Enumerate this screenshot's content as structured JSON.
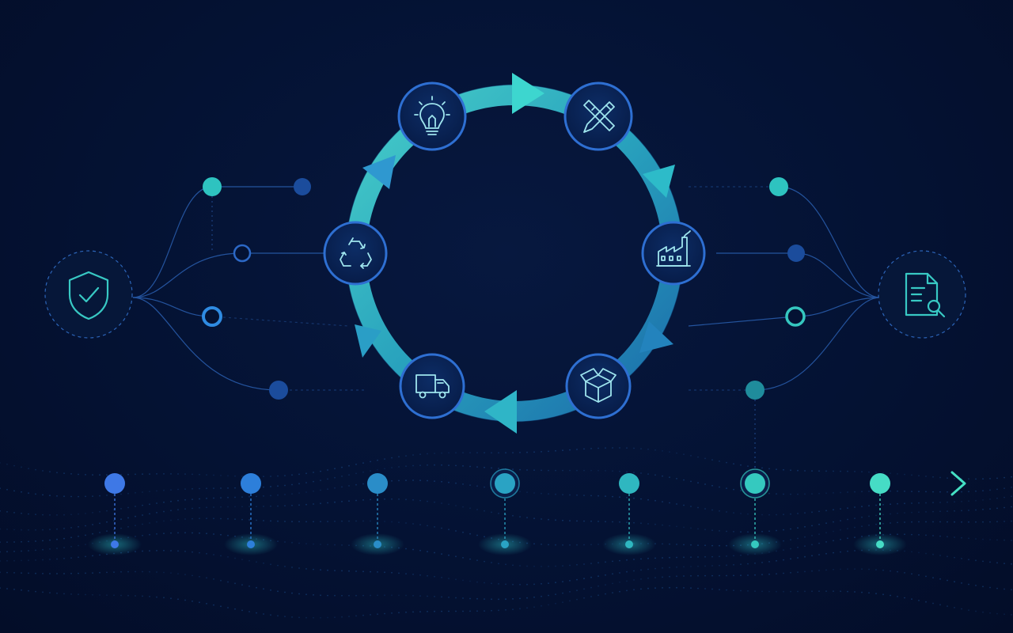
{
  "diagram": {
    "cycle_stages": [
      {
        "id": "ideation",
        "icon": "lightbulb-icon"
      },
      {
        "id": "design",
        "icon": "pencil-ruler-icon"
      },
      {
        "id": "manufacturing",
        "icon": "factory-icon"
      },
      {
        "id": "packaging",
        "icon": "open-box-icon"
      },
      {
        "id": "distribution",
        "icon": "delivery-truck-icon"
      },
      {
        "id": "recycling",
        "icon": "recycle-icon"
      }
    ],
    "left_hub_icon": "shield-check-icon",
    "right_hub_icon": "document-search-icon",
    "timeline_node_count": 7
  },
  "colors": {
    "background": "#041233",
    "teal": "#35d3c5",
    "blue": "#2a7fd6",
    "ring_light": "#43d9cf",
    "ring_dark": "#1d6fae",
    "line": "#3b7fd0"
  }
}
